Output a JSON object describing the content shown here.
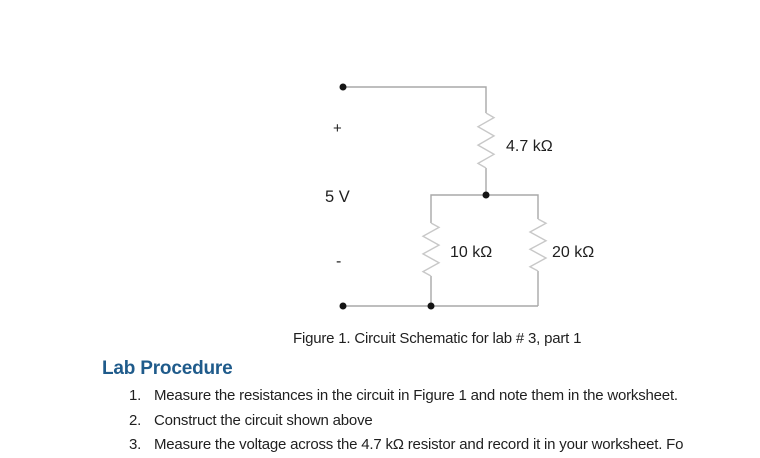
{
  "figure": {
    "caption": "Figure 1. Circuit Schematic for lab # 3, part 1",
    "source": {
      "plus_sign": "+",
      "voltage": "5 V",
      "minus_sign": "-"
    },
    "resistors": {
      "series": "4.7 kΩ",
      "parallel_left": "10 kΩ",
      "parallel_right": "20 kΩ"
    },
    "colors": {
      "wire": "#a8a8a8",
      "resistor_zigzag": "#c8c8c8",
      "node_dot": "#141414",
      "label_text": "#1f1f1f"
    }
  },
  "procedure": {
    "heading": "Lab Procedure",
    "heading_color": "#1f5b8b",
    "items": [
      {
        "number": "1.",
        "text": "Measure the resistances in the circuit in Figure 1 and note them in the worksheet."
      },
      {
        "number": "2.",
        "text": "Construct the circuit shown above"
      },
      {
        "number": "3.",
        "text": "Measure the voltage across the 4.7 kΩ resistor and record it in your worksheet. Fo"
      }
    ]
  }
}
